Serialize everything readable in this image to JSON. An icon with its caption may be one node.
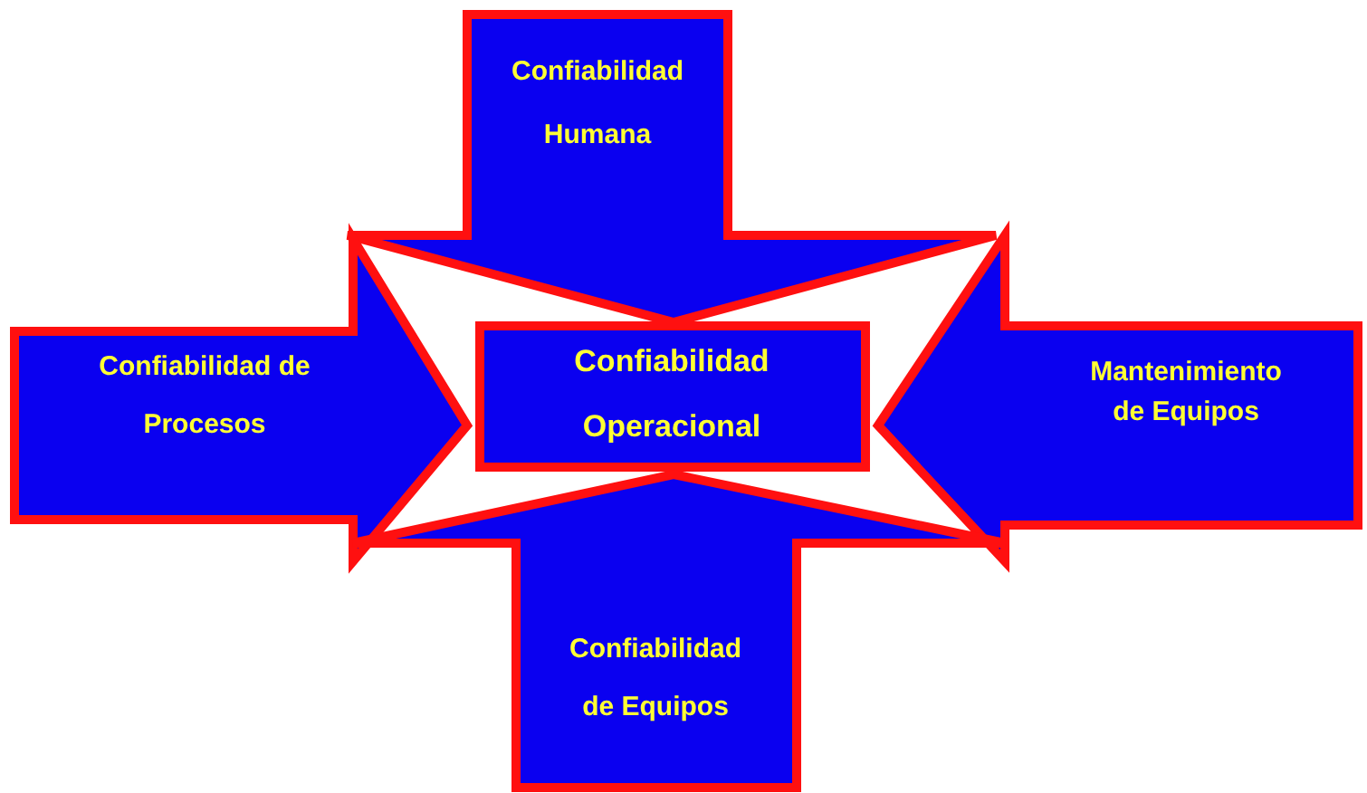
{
  "diagram": {
    "nodes": [
      {
        "text": [
          "Confiabilidad Humana"
        ]
      },
      {
        "text": [
          "Confiabilidad de Procesos"
        ]
      },
      {
        "text": [
          "Confiabilidad Operacional"
        ]
      },
      {
        "text": [
          "Mantenimiento de Equipos"
        ]
      },
      {
        "text": [
          "Confiabilidad de Equipos"
        ]
      }
    ]
  }
}
